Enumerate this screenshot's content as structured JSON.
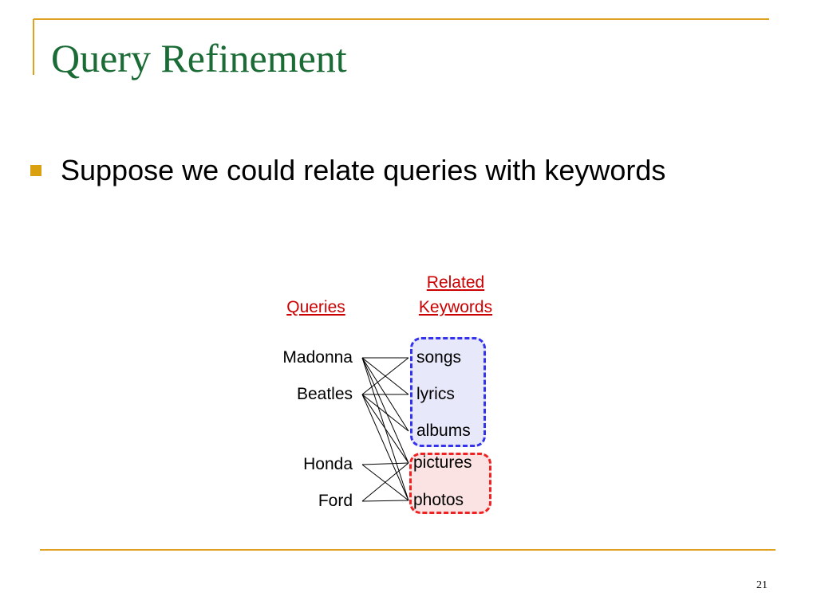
{
  "slide": {
    "title": "Query Refinement",
    "bullet": "Suppose we could relate queries with keywords",
    "page_number": "21"
  },
  "diagram": {
    "queries_header": "Queries",
    "keywords_header_line1": "Related",
    "keywords_header_line2": "Keywords",
    "queries": [
      "Madonna",
      "Beatles",
      "Honda",
      "Ford"
    ],
    "keywords": [
      "songs",
      "lyrics",
      "albums",
      "pictures",
      "photos"
    ],
    "links": [
      [
        0,
        0
      ],
      [
        0,
        1
      ],
      [
        0,
        2
      ],
      [
        0,
        3
      ],
      [
        0,
        4
      ],
      [
        1,
        0
      ],
      [
        1,
        1
      ],
      [
        1,
        2
      ],
      [
        1,
        3
      ],
      [
        1,
        4
      ],
      [
        2,
        3
      ],
      [
        2,
        4
      ],
      [
        3,
        3
      ],
      [
        3,
        4
      ]
    ],
    "groups": [
      {
        "keywords": [
          0,
          1,
          2
        ],
        "border": "#3333ee",
        "fill": "#e8e8fb"
      },
      {
        "keywords": [
          3,
          4
        ],
        "border": "#ee2222",
        "fill": "#fbe3e3"
      }
    ]
  },
  "colors": {
    "title": "#1a6b35",
    "accent_lines": "#e0a020",
    "bullet": "#d9a010",
    "header_text": "#cc0000"
  }
}
